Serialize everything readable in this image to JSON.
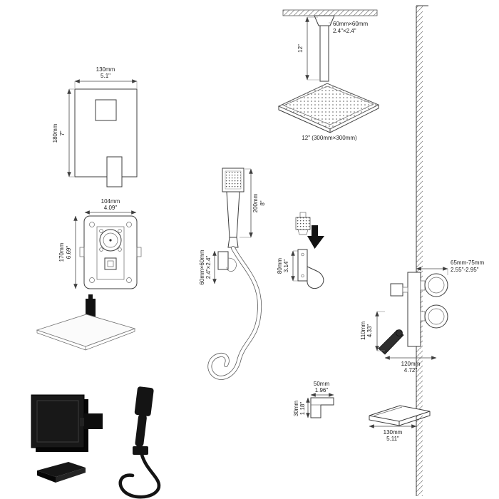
{
  "meta": {
    "colors": {
      "background": "#ffffff",
      "ink": "#3c3c3c",
      "fixture_black": "#121212"
    }
  },
  "diagram": {
    "ceiling_arm": {
      "size_mm": "60mm×60mm",
      "size_in": "2.4\"×2.4\"",
      "length_in": "12\""
    },
    "rain_head": {
      "caption": "12\" (300mm×300mm)"
    },
    "trim_plate": {
      "width_mm": "130mm",
      "width_in": "5.1\"",
      "height_mm": "180mm",
      "height_in": "7\""
    },
    "rough_in_valve": {
      "width_mm": "104mm",
      "width_in": "4.09\"",
      "height_mm": "170mm",
      "height_in": "6.69\""
    },
    "hand_shower": {
      "length_mm": "200mm",
      "length_in": "8\"",
      "head_mm": "60mm×60mm",
      "head_in": "2.4\"×2.4\""
    },
    "holder": {
      "height_mm": "80mm",
      "height_in": "3.14\""
    },
    "wall_valve": {
      "depth_mm": "65mm-75mm",
      "depth_in": "2.55\"-2.95\"",
      "height_mm": "110mm",
      "height_in": "4.33\"",
      "width_mm": "120mm",
      "width_in": "4.72\""
    },
    "bracket": {
      "width_mm": "50mm",
      "width_in": "1.96\"",
      "height_mm": "30mm",
      "height_in": "1.18\""
    },
    "tub_spout": {
      "width_mm": "130mm",
      "width_in": "5.11\""
    }
  }
}
